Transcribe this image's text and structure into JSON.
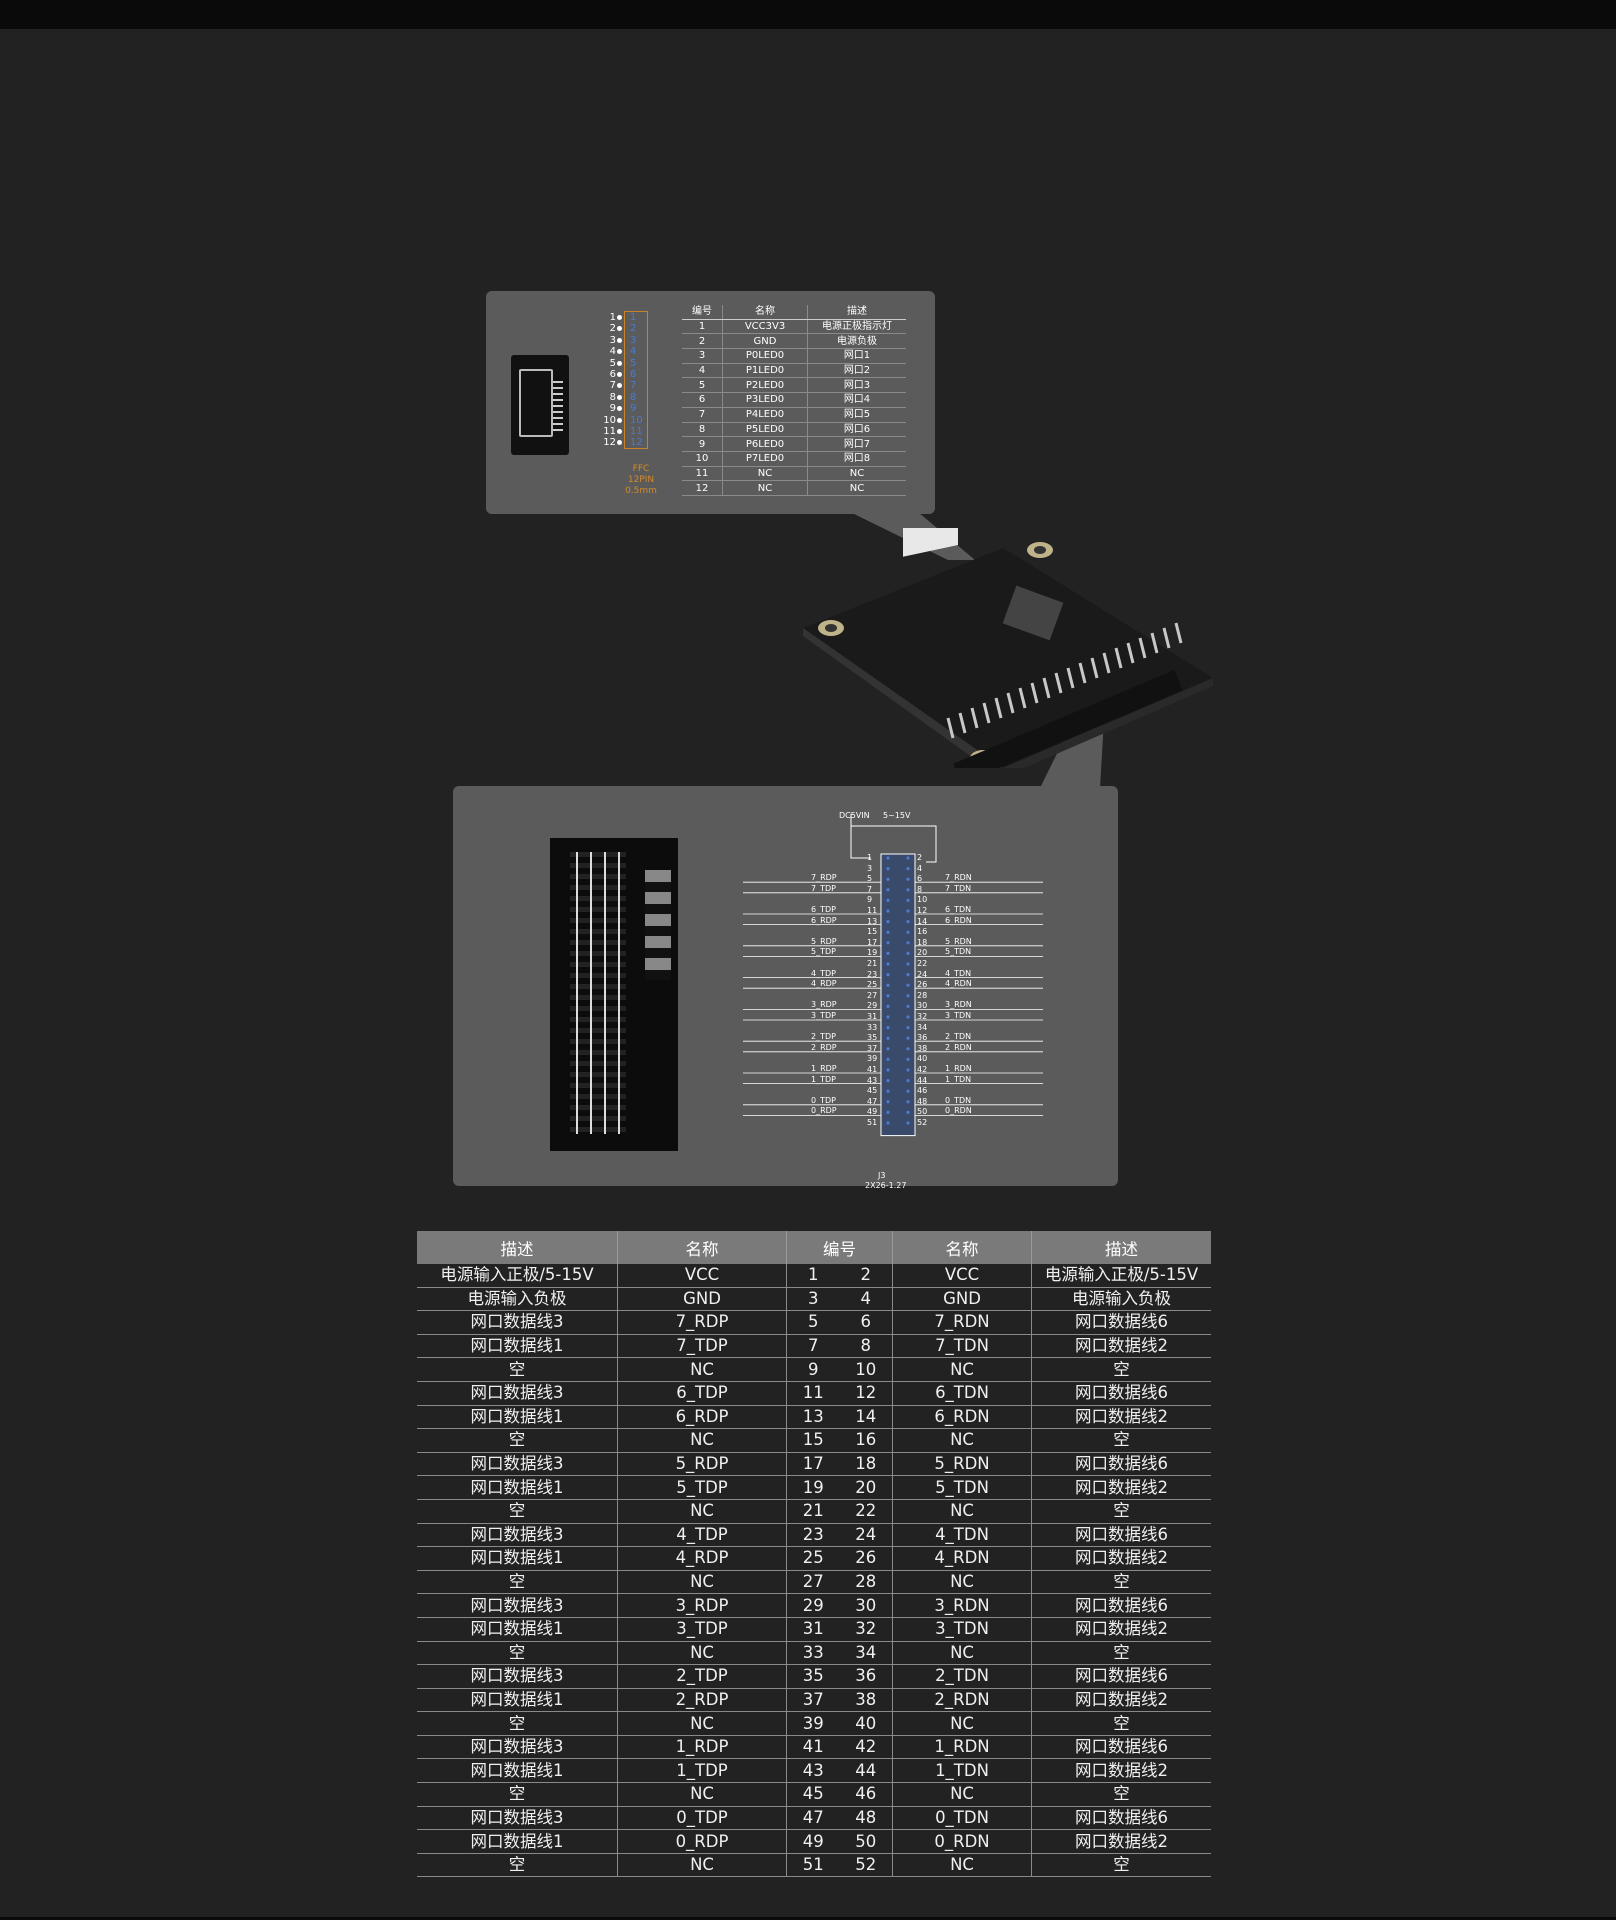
{
  "ffc_table": {
    "headers": [
      "编号",
      "名称",
      "描述"
    ],
    "rows": [
      [
        "1",
        "VCC3V3",
        "电源正极指示灯"
      ],
      [
        "2",
        "GND",
        "电源负极"
      ],
      [
        "3",
        "P0LED0",
        "网口1"
      ],
      [
        "4",
        "P1LED0",
        "网口2"
      ],
      [
        "5",
        "P2LED0",
        "网口3"
      ],
      [
        "6",
        "P3LED0",
        "网口4"
      ],
      [
        "7",
        "P4LED0",
        "网口5"
      ],
      [
        "8",
        "P5LED0",
        "网口6"
      ],
      [
        "9",
        "P6LED0",
        "网口7"
      ],
      [
        "10",
        "P7LED0",
        "网口8"
      ],
      [
        "11",
        "NC",
        "NC"
      ],
      [
        "12",
        "NC",
        "NC"
      ]
    ]
  },
  "ffc_diagram": {
    "pins": [
      "1",
      "2",
      "3",
      "4",
      "5",
      "6",
      "7",
      "8",
      "9",
      "10",
      "11",
      "12"
    ],
    "label_lines": [
      "FFC",
      "12PIN",
      "0.5mm"
    ]
  },
  "schematic": {
    "power_label": "DC5VIN",
    "power_range": "5~15V",
    "ref": "J3",
    "part": "2X26-1.27",
    "left_labels": [
      {
        "pin": "5",
        "name": "7_RDP"
      },
      {
        "pin": "7",
        "name": "7_TDP"
      },
      {
        "pin": "11",
        "name": "6_TDP"
      },
      {
        "pin": "13",
        "name": "6_RDP"
      },
      {
        "pin": "17",
        "name": "5_RDP"
      },
      {
        "pin": "19",
        "name": "5_TDP"
      },
      {
        "pin": "23",
        "name": "4_TDP"
      },
      {
        "pin": "25",
        "name": "4_RDP"
      },
      {
        "pin": "29",
        "name": "3_RDP"
      },
      {
        "pin": "31",
        "name": "3_TDP"
      },
      {
        "pin": "35",
        "name": "2_TDP"
      },
      {
        "pin": "37",
        "name": "2_RDP"
      },
      {
        "pin": "41",
        "name": "1_RDP"
      },
      {
        "pin": "43",
        "name": "1_TDP"
      },
      {
        "pin": "47",
        "name": "0_TDP"
      },
      {
        "pin": "49",
        "name": "0_RDP"
      }
    ],
    "right_labels": [
      {
        "pin": "6",
        "name": "7_RDN"
      },
      {
        "pin": "8",
        "name": "7_TDN"
      },
      {
        "pin": "12",
        "name": "6_TDN"
      },
      {
        "pin": "14",
        "name": "6_RDN"
      },
      {
        "pin": "18",
        "name": "5_RDN"
      },
      {
        "pin": "20",
        "name": "5_TDN"
      },
      {
        "pin": "24",
        "name": "4_TDN"
      },
      {
        "pin": "26",
        "name": "4_RDN"
      },
      {
        "pin": "30",
        "name": "3_RDN"
      },
      {
        "pin": "32",
        "name": "3_TDN"
      },
      {
        "pin": "36",
        "name": "2_TDN"
      },
      {
        "pin": "38",
        "name": "2_RDN"
      },
      {
        "pin": "42",
        "name": "1_RDN"
      },
      {
        "pin": "44",
        "name": "1_TDN"
      },
      {
        "pin": "48",
        "name": "0_TDN"
      },
      {
        "pin": "50",
        "name": "0_RDN"
      }
    ],
    "odd_pins": [
      "1",
      "3",
      "5",
      "7",
      "9",
      "11",
      "13",
      "15",
      "17",
      "19",
      "21",
      "23",
      "25",
      "27",
      "29",
      "31",
      "33",
      "35",
      "37",
      "39",
      "41",
      "43",
      "45",
      "47",
      "49",
      "51"
    ],
    "even_pins": [
      "2",
      "4",
      "6",
      "8",
      "10",
      "12",
      "14",
      "16",
      "18",
      "20",
      "22",
      "24",
      "26",
      "28",
      "30",
      "32",
      "34",
      "36",
      "38",
      "40",
      "42",
      "44",
      "46",
      "48",
      "50",
      "52"
    ]
  },
  "pin_table": {
    "headers": [
      "描述",
      "名称",
      "编号",
      "名称",
      "描述"
    ],
    "rows": [
      [
        "电源输入正极/5-15V",
        "VCC",
        "1",
        "2",
        "VCC",
        "电源输入正极/5-15V"
      ],
      [
        "电源输入负极",
        "GND",
        "3",
        "4",
        "GND",
        "电源输入负极"
      ],
      [
        "网口数据线3",
        "7_RDP",
        "5",
        "6",
        "7_RDN",
        "网口数据线6"
      ],
      [
        "网口数据线1",
        "7_TDP",
        "7",
        "8",
        "7_TDN",
        "网口数据线2"
      ],
      [
        "空",
        "NC",
        "9",
        "10",
        "NC",
        "空"
      ],
      [
        "网口数据线3",
        "6_TDP",
        "11",
        "12",
        "6_TDN",
        "网口数据线6"
      ],
      [
        "网口数据线1",
        "6_RDP",
        "13",
        "14",
        "6_RDN",
        "网口数据线2"
      ],
      [
        "空",
        "NC",
        "15",
        "16",
        "NC",
        "空"
      ],
      [
        "网口数据线3",
        "5_RDP",
        "17",
        "18",
        "5_RDN",
        "网口数据线6"
      ],
      [
        "网口数据线1",
        "5_TDP",
        "19",
        "20",
        "5_TDN",
        "网口数据线2"
      ],
      [
        "空",
        "NC",
        "21",
        "22",
        "NC",
        "空"
      ],
      [
        "网口数据线3",
        "4_TDP",
        "23",
        "24",
        "4_TDN",
        "网口数据线6"
      ],
      [
        "网口数据线1",
        "4_RDP",
        "25",
        "26",
        "4_RDN",
        "网口数据线2"
      ],
      [
        "空",
        "NC",
        "27",
        "28",
        "NC",
        "空"
      ],
      [
        "网口数据线3",
        "3_RDP",
        "29",
        "30",
        "3_RDN",
        "网口数据线6"
      ],
      [
        "网口数据线1",
        "3_TDP",
        "31",
        "32",
        "3_TDN",
        "网口数据线2"
      ],
      [
        "空",
        "NC",
        "33",
        "34",
        "NC",
        "空"
      ],
      [
        "网口数据线3",
        "2_TDP",
        "35",
        "36",
        "2_TDN",
        "网口数据线6"
      ],
      [
        "网口数据线1",
        "2_RDP",
        "37",
        "38",
        "2_RDN",
        "网口数据线2"
      ],
      [
        "空",
        "NC",
        "39",
        "40",
        "NC",
        "空"
      ],
      [
        "网口数据线3",
        "1_RDP",
        "41",
        "42",
        "1_RDN",
        "网口数据线6"
      ],
      [
        "网口数据线1",
        "1_TDP",
        "43",
        "44",
        "1_TDN",
        "网口数据线2"
      ],
      [
        "空",
        "NC",
        "45",
        "46",
        "NC",
        "空"
      ],
      [
        "网口数据线3",
        "0_TDP",
        "47",
        "48",
        "0_TDN",
        "网口数据线6"
      ],
      [
        "网口数据线1",
        "0_RDP",
        "49",
        "50",
        "0_RDN",
        "网口数据线2"
      ],
      [
        "空",
        "NC",
        "51",
        "52",
        "NC",
        "空"
      ]
    ]
  },
  "colors": {
    "background": "#222222",
    "panel": "#5b5b5b",
    "table_header": "#7a7a7a",
    "ffc_orange": "#d18a2a",
    "pin_blue": "#4a7bd0"
  }
}
